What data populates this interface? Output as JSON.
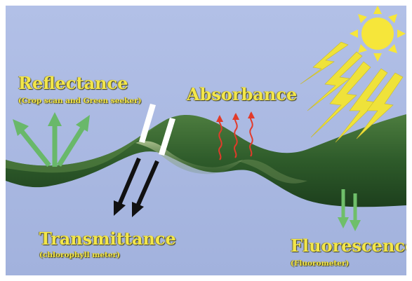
{
  "labels": {
    "reflectance": "Reflectance",
    "reflectance_sub": "(Crop scan and Green seeker)",
    "absorbance": "Absorbance",
    "transmittance": "Transmittance",
    "transmittance_sub": "(chlorophyll meter)",
    "fluorescence": "Fluorescence",
    "fluorescence_sub": "(Fluorometer)"
  },
  "colors": {
    "background": "#a9b9e3",
    "label_text": "#f3e64a",
    "leaf": "#2f5e2b",
    "sun": "#f6e63a",
    "sunbeam": "#efe23a",
    "reflect_arrow": "#69b86a",
    "transmit_arrow": "#111111",
    "absorb_wave": "#e23a2a",
    "fluor_arrow": "#6fbf6a"
  },
  "icons": {
    "sun": "sun-icon",
    "sunbeams": "lightning-bolt-icons",
    "leaf": "leaf-blade-icon"
  }
}
